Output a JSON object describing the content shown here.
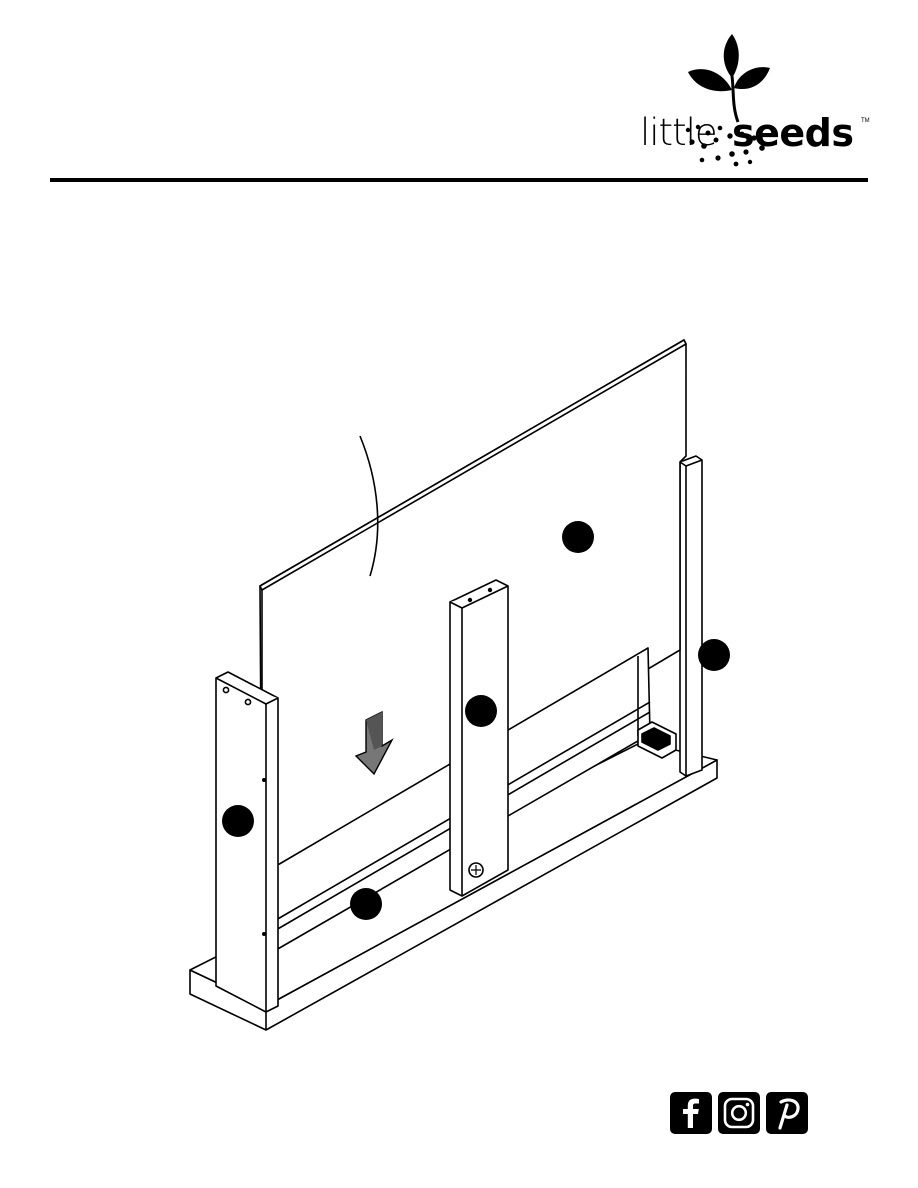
{
  "brand": {
    "word_light": "little",
    "word_bold": "seeds",
    "trademark": "TM"
  },
  "social": {
    "icons": [
      "facebook-icon",
      "instagram-icon",
      "pinterest-icon"
    ]
  },
  "colors": {
    "ink": "#000000",
    "paper": "#ffffff"
  }
}
